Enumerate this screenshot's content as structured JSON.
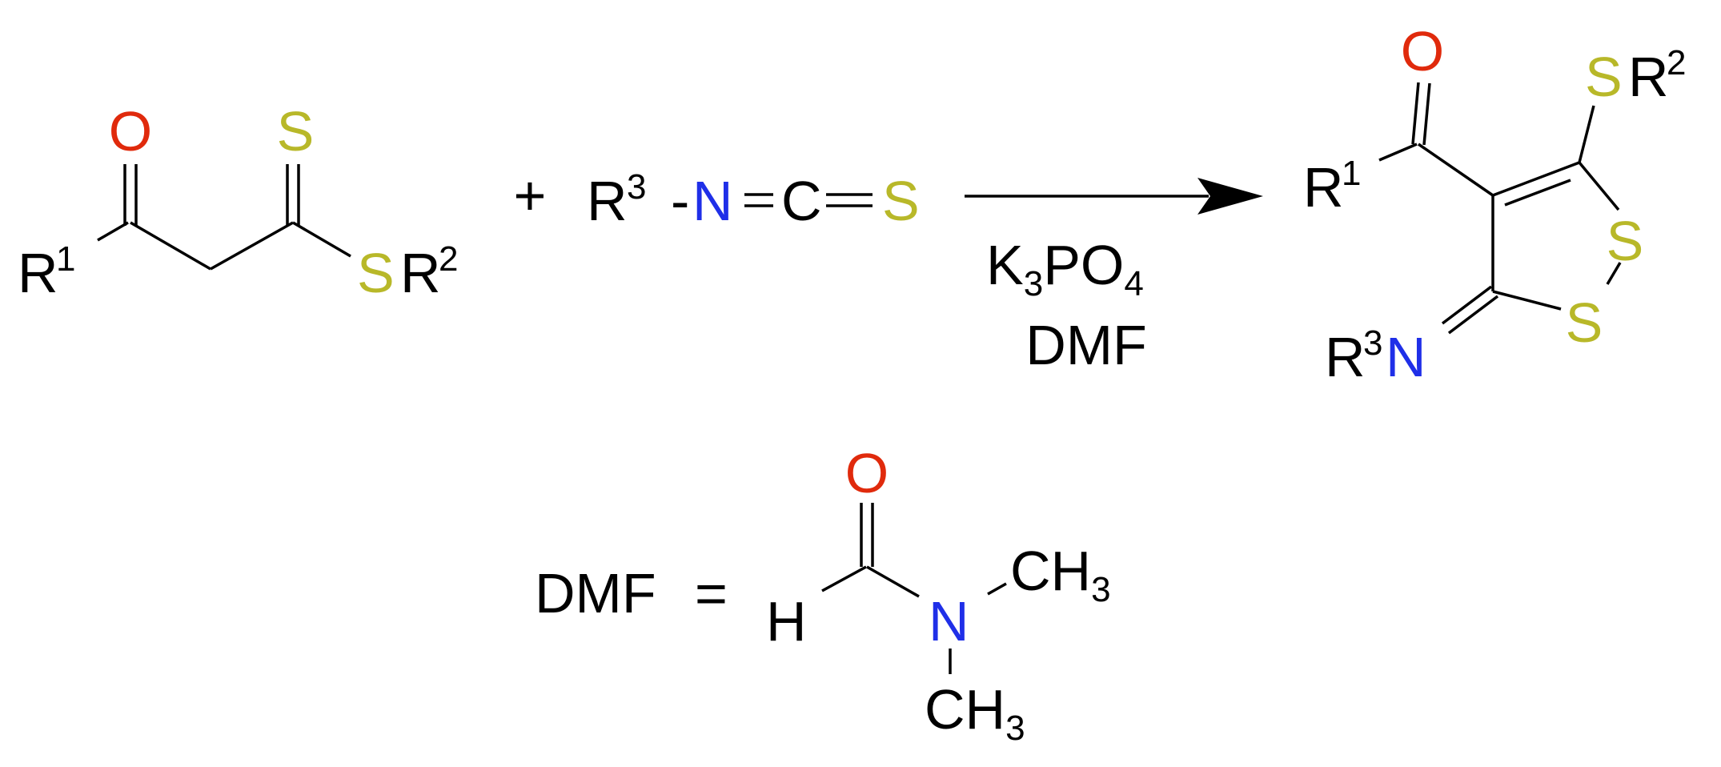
{
  "colors": {
    "bond": "#000000",
    "text": "#000000",
    "oxygen": "#e02a0c",
    "sulfur": "#b8b829",
    "nitrogen": "#1f2fe8"
  },
  "atoms": {
    "O": "O",
    "S": "S",
    "N": "N",
    "C": "C",
    "R": "R",
    "H": "H",
    "CH": "CH"
  },
  "superscripts": {
    "one": "1",
    "two": "2",
    "three": "3"
  },
  "subscripts": {
    "three": "3",
    "four": "4"
  },
  "symbols": {
    "plus": "+",
    "hyphen": "-",
    "equals": "="
  },
  "reagents": {
    "base_K": "K",
    "base_P": "P",
    "base_O": "O",
    "solvent": "DMF"
  },
  "legend": {
    "term": "DMF"
  }
}
